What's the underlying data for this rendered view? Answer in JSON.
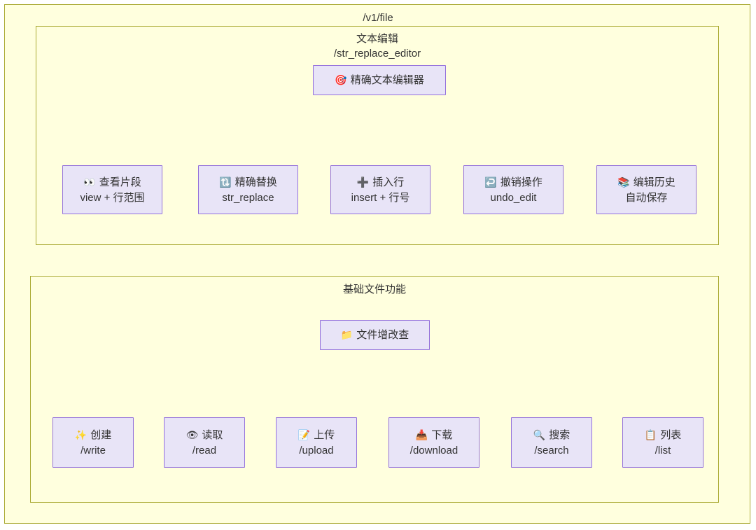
{
  "diagram": {
    "type": "hierarchy-tree",
    "root_label": "/v1/file",
    "colors": {
      "container_fill": "#ffffde",
      "container_border": "#aaaa33",
      "node_fill": "#e8e4f7",
      "node_border": "#9370db",
      "edge": "#333333",
      "text": "#333333"
    }
  },
  "sections": [
    {
      "title": "文本编辑",
      "subtitle": "/str_replace_editor",
      "parent": {
        "icon": "dart-target-icon",
        "icon_glyph": "🎯",
        "label": "精确文本编辑器"
      },
      "children": [
        {
          "icon": "eyes-icon",
          "icon_glyph": "👀",
          "line1": "查看片段",
          "line2": "view + 行范围"
        },
        {
          "icon": "arrows-clockwise-vertical-icon",
          "icon_glyph": "🔃",
          "line1": "精确替换",
          "line2": "str_replace"
        },
        {
          "icon": "plus-icon",
          "icon_glyph": "➕",
          "line1": "插入行",
          "line2": "insert + 行号"
        },
        {
          "icon": "undo-arrow-icon",
          "icon_glyph": "↩️",
          "line1": "撤销操作",
          "line2": "undo_edit"
        },
        {
          "icon": "books-icon",
          "icon_glyph": "📚",
          "line1": "编辑历史",
          "line2": "自动保存"
        }
      ]
    },
    {
      "title": "基础文件功能",
      "subtitle": "",
      "parent": {
        "icon": "folder-icon",
        "icon_glyph": "📁",
        "label": "文件增改查"
      },
      "children": [
        {
          "icon": "sparkles-icon",
          "icon_glyph": "✨",
          "line1": "创建",
          "line2": "/write"
        },
        {
          "icon": "eye-icon",
          "icon_glyph": "👁",
          "line1": "读取",
          "line2": "/read"
        },
        {
          "icon": "memo-icon",
          "icon_glyph": "📝",
          "line1": "上传",
          "line2": "/upload"
        },
        {
          "icon": "inbox-tray-icon",
          "icon_glyph": "📥",
          "line1": "下载",
          "line2": "/download"
        },
        {
          "icon": "magnifier-icon",
          "icon_glyph": "🔍",
          "line1": "搜索",
          "line2": "/search"
        },
        {
          "icon": "clipboard-icon",
          "icon_glyph": "📋",
          "line1": "列表",
          "line2": "/list"
        }
      ]
    }
  ]
}
